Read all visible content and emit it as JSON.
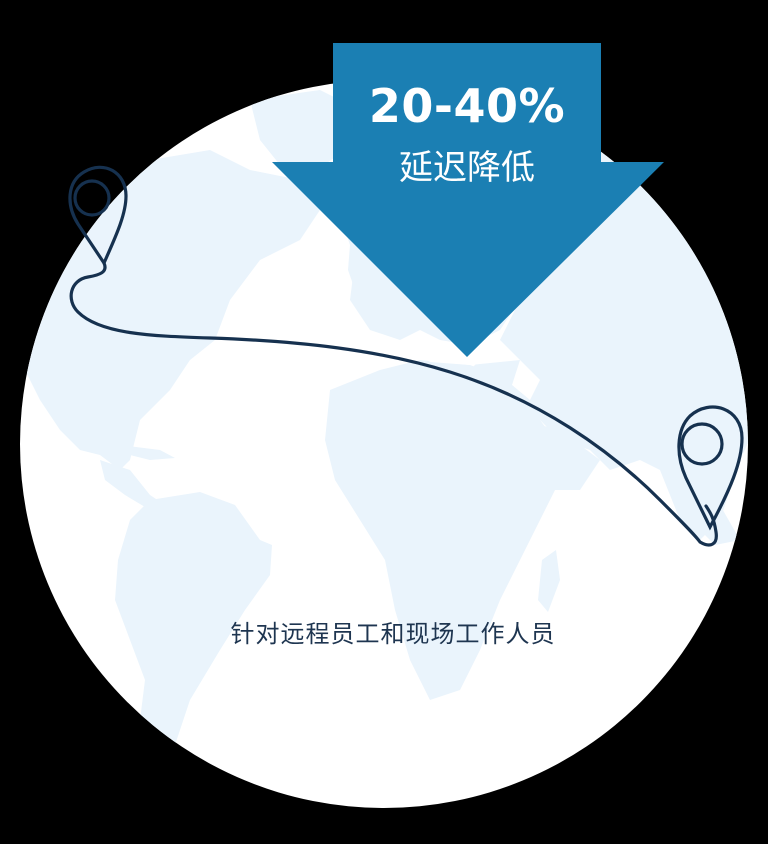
{
  "infographic": {
    "stat": {
      "value": "20-40%",
      "label": "延迟降低"
    },
    "caption": "针对远程员工和现场工作人员",
    "icons": {
      "arrow": "down-arrow-icon",
      "origin_pin": "location-pin-icon",
      "destination_pin": "location-pin-icon",
      "route": "route-line",
      "globe": "world-map-globe"
    },
    "colors": {
      "background": "#000000",
      "globe": "#ffffff",
      "landmass": "#eaf4fc",
      "arrow": "#1b7fb3",
      "route": "#16314f",
      "caption_text": "#1e3550",
      "arrow_text": "#ffffff"
    }
  }
}
